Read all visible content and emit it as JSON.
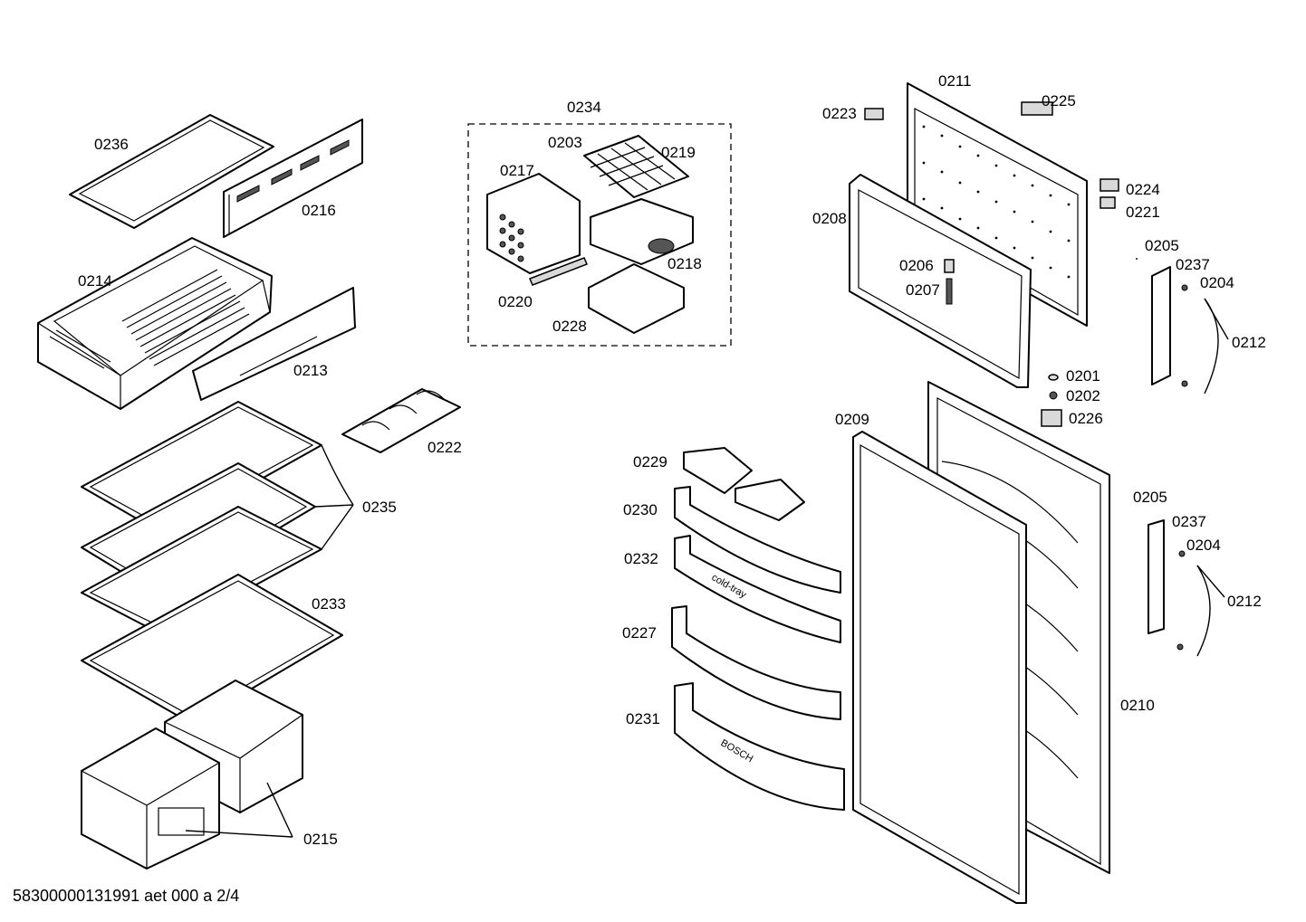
{
  "footer": "58300000131991 aet 000 a 2/4",
  "labels": {
    "p0201": "0201",
    "p0202": "0202",
    "p0203": "0203",
    "p0204a": "0204",
    "p0204b": "0204",
    "p0205a": "0205",
    "p0205b": "0205",
    "p0206": "0206",
    "p0207": "0207",
    "p0208": "0208",
    "p0209": "0209",
    "p0210": "0210",
    "p0211": "0211",
    "p0212a": "0212",
    "p0212b": "0212",
    "p0213": "0213",
    "p0214": "0214",
    "p0215": "0215",
    "p0216": "0216",
    "p0217": "0217",
    "p0218": "0218",
    "p0219": "0219",
    "p0220": "0220",
    "p0221": "0221",
    "p0222": "0222",
    "p0223": "0223",
    "p0224": "0224",
    "p0225": "0225",
    "p0226": "0226",
    "p0227": "0227",
    "p0228": "0228",
    "p0229": "0229",
    "p0230": "0230",
    "p0231": "0231",
    "p0232": "0232",
    "p0233": "0233",
    "p0234": "0234",
    "p0235": "0235",
    "p0236": "0236",
    "p0237a": "0237",
    "p0237b": "0237"
  },
  "embossed": {
    "cold_tray": "cold-tray",
    "brand": "BOSCH"
  }
}
